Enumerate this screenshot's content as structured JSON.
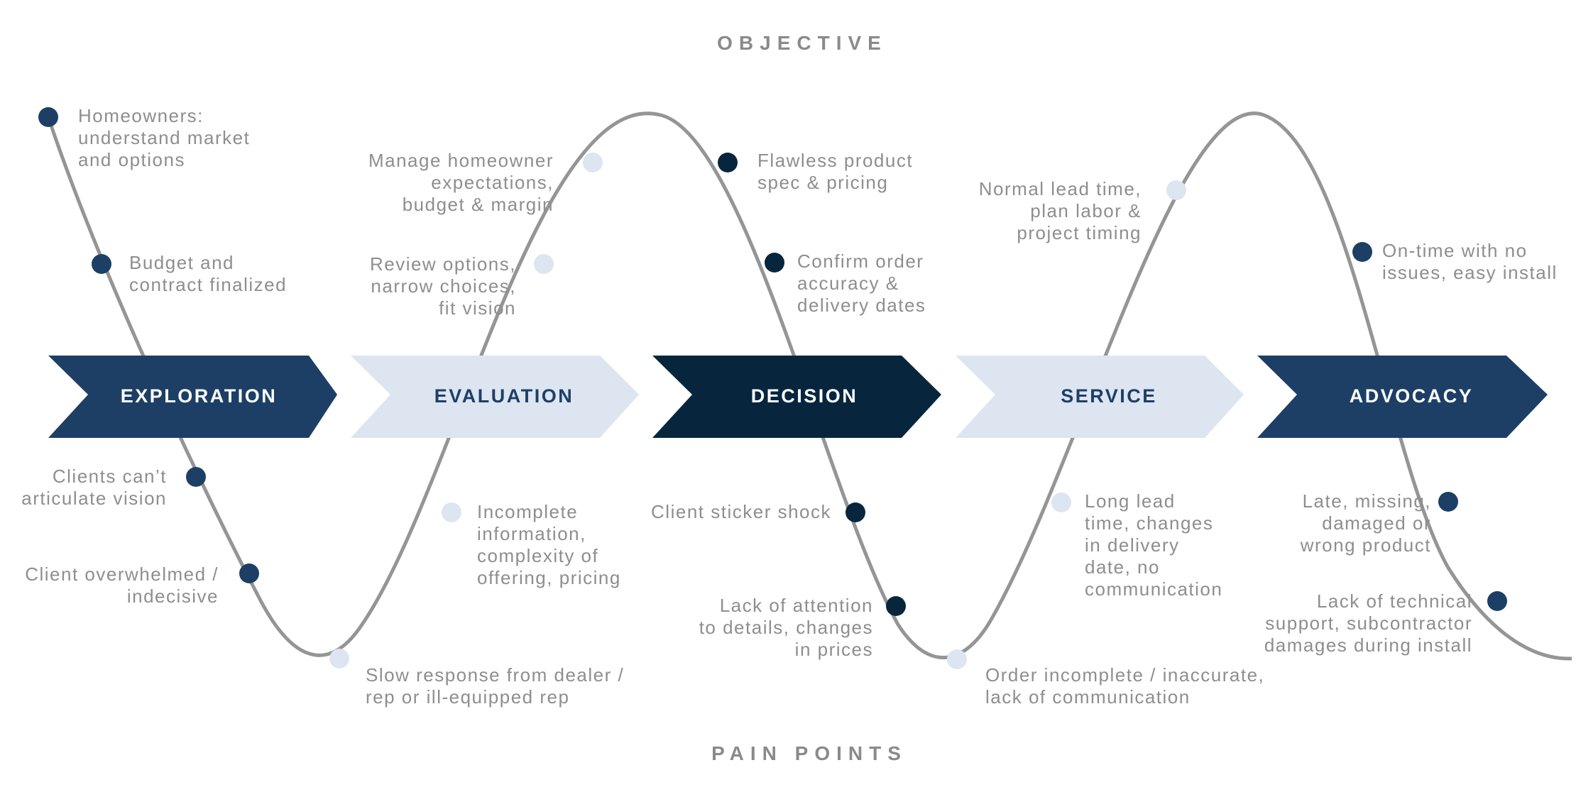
{
  "headings": {
    "top": "OBJECTIVE",
    "bottom": "PAIN POINTS"
  },
  "colors": {
    "curve": "#959595",
    "navy": "#1d3f66",
    "dark": "#07263d",
    "light": "#dde5f1",
    "light_text": "#1e3f66",
    "white_text": "#ffffff",
    "label_text": "#8e8e8e"
  },
  "stages": [
    {
      "name": "EXPLORATION",
      "style": "navy"
    },
    {
      "name": "EVALUATION",
      "style": "light"
    },
    {
      "name": "DECISION",
      "style": "dark"
    },
    {
      "name": "SERVICE",
      "style": "light"
    },
    {
      "name": "ADVOCACY",
      "style": "navy"
    }
  ],
  "objectives": [
    "Homeowners:\nunderstand market\nand options",
    "Budget and\ncontract finalized",
    "Manage homeowner\nexpectations,\nbudget & margin",
    "Review options,\nnarrow choices,\nfit vision",
    "Flawless product\nspec & pricing",
    "Confirm order\naccuracy &\ndelivery dates",
    "Normal lead time,\nplan labor &\nproject timing",
    "On-time with no\nissues, easy install"
  ],
  "pain_points": [
    "Clients can’t\narticulate vision",
    "Client overwhelmed /\nindecisive",
    "Slow response from dealer /\nrep or ill-equipped rep",
    "Incomplete\ninformation,\ncomplexity of\noffering, pricing",
    "Client sticker shock",
    "Lack of attention\nto details, changes\nin prices",
    "Order incomplete / inaccurate,\nlack of communication",
    "Long lead\ntime, changes\nin delivery\ndate, no\ncommunication",
    "Late, missing,\ndamaged or\nwrong product",
    "Lack of technical\nsupport, subcontractor\ndamages during install"
  ]
}
